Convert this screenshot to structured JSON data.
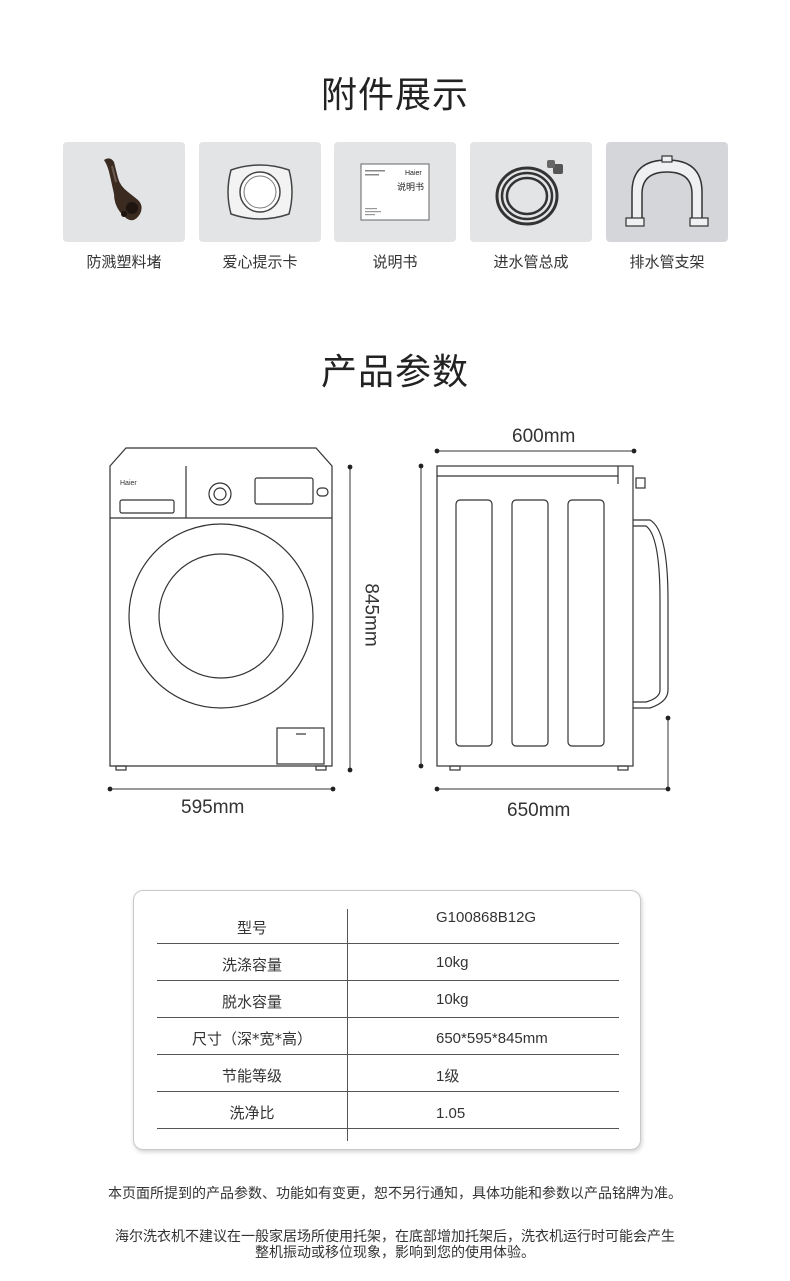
{
  "accessories": {
    "title": "附件展示",
    "items": [
      {
        "label": "防溅塑料堵",
        "icon": "plastic-plug-icon"
      },
      {
        "label": "爱心提示卡",
        "icon": "reminder-card-icon"
      },
      {
        "label": "说明书",
        "icon": "manual-icon",
        "manual_brand": "Haier",
        "manual_title": "说明书"
      },
      {
        "label": "进水管总成",
        "icon": "inlet-hose-icon"
      },
      {
        "label": "排水管支架",
        "icon": "drain-hose-bracket-icon"
      }
    ]
  },
  "params": {
    "title": "产品参数",
    "brand": "Haier",
    "dimensions": {
      "width": "595mm",
      "height": "845mm",
      "depth_body": "600mm",
      "depth_total": "650mm"
    },
    "specs": [
      {
        "key": "型号",
        "value": "G100868B12G"
      },
      {
        "key": "洗涤容量",
        "value": "10kg"
      },
      {
        "key": "脱水容量",
        "value": "10kg"
      },
      {
        "key": "尺寸（深*宽*高）",
        "value": "650*595*845mm"
      },
      {
        "key": "节能等级",
        "value": "1级"
      },
      {
        "key": "洗净比",
        "value": "1.05"
      }
    ]
  },
  "notes": {
    "line1": "本页面所提到的产品参数、功能如有变更，恕不另行通知，具体功能和参数以产品铭牌为准。",
    "line2a": "海尔洗衣机不建议在一般家居场所使用托架，在底部增加托架后，洗衣机运行时可能会产生",
    "line2b": "整机振动或移位现象，影响到您的使用体验。"
  }
}
